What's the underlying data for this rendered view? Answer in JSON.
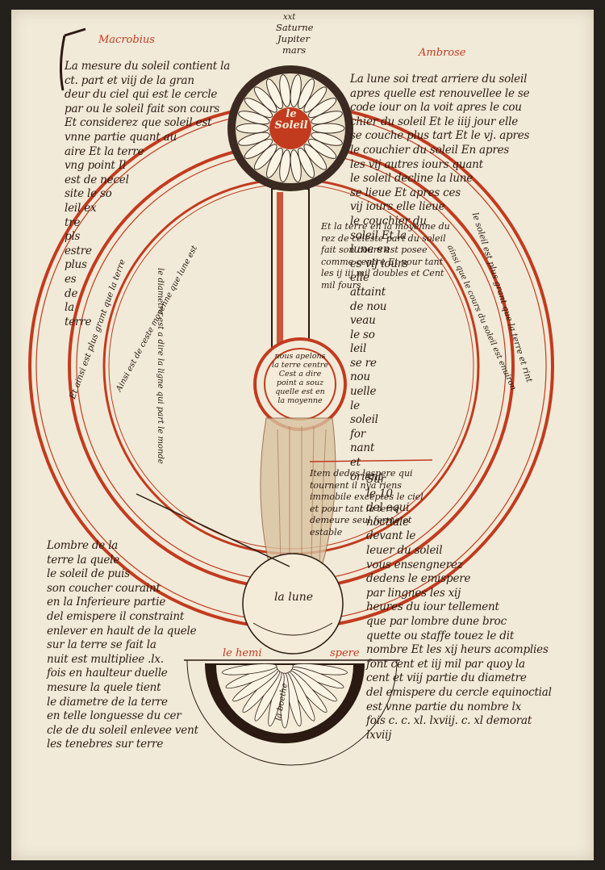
{
  "rubrics": {
    "left_author": "Macrobius",
    "right_author": "Ambrose",
    "planets": [
      "Saturne",
      "Jupiter",
      "mars"
    ],
    "planets_mark": "xxt"
  },
  "diagram": {
    "sun_label": "le Soleil",
    "moon_label": "la lune",
    "hemisphere_left": "le hemi",
    "hemisphere_right": "spere",
    "hemisphere_inner": "la boethe",
    "earth_text": "nous apelons la terre centre Cest a dire point a souz quelle est en la moyenne",
    "beam_text": "le diametre est a dire la ligne qui part le monde",
    "center_right": "Et la terre en la moyenne du rez de celeste part du soleil fait son cours est posee comme centre Et pour tant les ij iij mil doubles et Cent mil fours",
    "item_text": "Item dedes lespere qui tournent il nya riens immobile exceptes le ciel et pour tant la terre demeure seul ferme et estable"
  },
  "columns": {
    "left_top": "La mesure du soleil contient la\nct. part et viij de la gran\ndeur du ciel qui est le cercle\npar ou le soleil fait son cours\nEt considerez que soleil est\nvnne partie quant au\naire Et la terre\nvng point Il\nest de necel\nsite le so\nleil ex\ntre\npls\nestre\nplus\nes\nde\nla\nterre",
    "left_bottom": "Lombre de la\nterre la quele\nle soleil de puis\nson coucher couraint\nen la Inferieure partie\ndel emispere il constraint\nenlever en hault de la quele\nsur la terre se fait la\nnuit est multipliee .lx.\nfois en haulteur duelle\nmesure la quele tient\nle diametre de la terre\nen telle longuesse du cer\ncle de du soleil enlevee vent\nles tenebres sur terre",
    "right_top": "La lune soi treat arriere du soleil\napres quelle est renouvellee le se\ncode iour on la voit apres le cou\nchier du soleil Et le iiij jour elle\nse couche plus tart Et le vj. apres\nle couchier du soleil En apres\nles vij autres iours quant\nle soleil decline la lune\nse lieue Et apres ces\nvij iours elle lieue\nle couchier du\nsoleil Et la\nlune en\nes vij iours\nelle\nattaint\nde nou\nveau\nle so\nleil\nse re\nnou\nuelle\nle\nsoleil\nfor\nnant\net\norient",
    "right_bottom": "Sur\nle 10\ndel equi\nnoctiale\ndevant le\nleuer du soleil\nvous ensengnerez\ndedens le emispere\npar lingnes les xij\nheures du iour tellement\nque par lombre dune broc\nquette ou staffe touez le dit\nnombre Et les xij heurs acomplies\nfont cent et iij mil par quoy la\ncent et viij partie du diametre\ndel emispere du cercle equinoctial\nest vnne partie du nombre lx\nfois c. c. xl. lxviij. c. xl demorat\nlxviij"
  },
  "ring_texts": {
    "outer_left": "Et ainsi est plus grant que la terre",
    "outer_right": "le soleil est plus grant que la terre et rint",
    "inner_left": "Ainsi est de ceste moyenne que lune est",
    "inner_right": "ainsi que le cours du soleil est enuiron"
  },
  "colors": {
    "ink": "#2b1a12",
    "rubric_red": "#c23b1f",
    "parchment": "#f1ead8"
  }
}
